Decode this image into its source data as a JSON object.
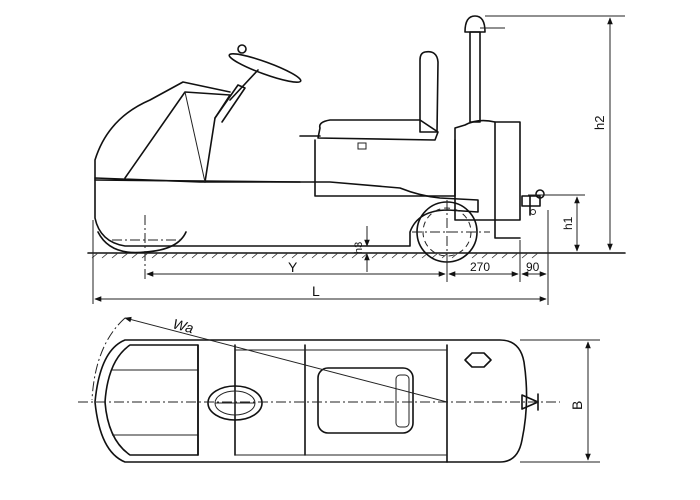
{
  "labels": {
    "h2": "h2",
    "h1": "h1",
    "h3": "h3",
    "y": "Y",
    "l": "L",
    "d270": "270",
    "d90": "90",
    "wa": "Wa",
    "b": "B"
  }
}
